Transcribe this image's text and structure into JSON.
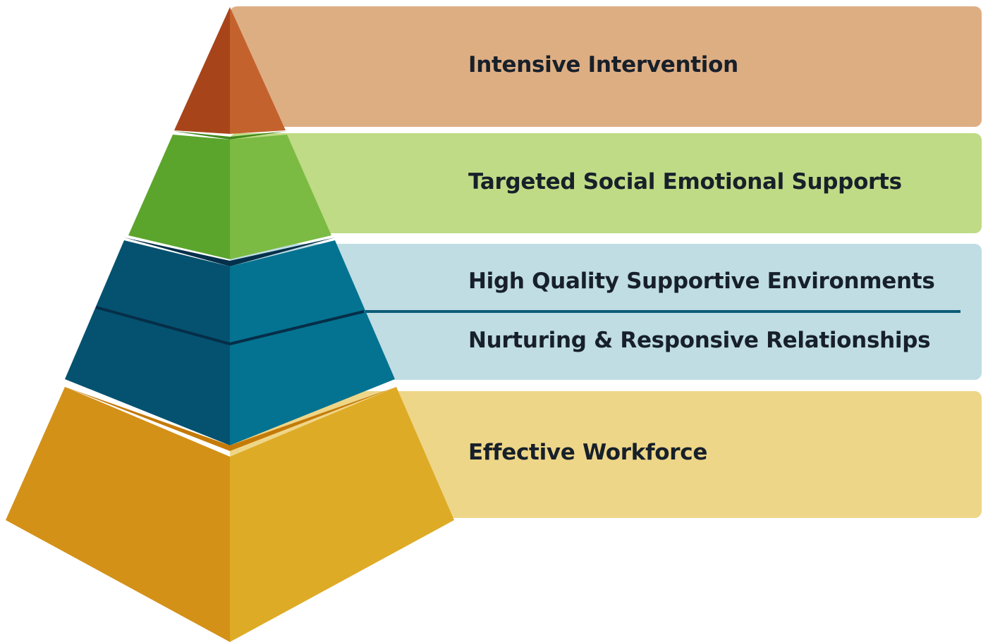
{
  "diagram": {
    "tiers": [
      {
        "label": "Intensive Intervention"
      },
      {
        "label": "Targeted Social Emotional Supports"
      },
      {
        "label": "High Quality Supportive Environments"
      },
      {
        "label": "Nurturing & Responsive Relationships"
      },
      {
        "label": "Effective Workforce"
      }
    ]
  },
  "colors": {
    "band_top": "#deae83",
    "band_green": "#bfdb85",
    "band_blue": "#bfdde3",
    "band_yellow": "#eed688",
    "pyramid_top_left": "#a8441a",
    "pyramid_top_right": "#c4622e",
    "pyramid_green_left": "#5ba52c",
    "pyramid_green_right": "#7bbb43",
    "pyramid_blue_left": "#04526f",
    "pyramid_blue_right": "#047391",
    "pyramid_gold_left": "#d39118",
    "pyramid_gold_right": "#deab26",
    "divider": "#0c5b77"
  }
}
